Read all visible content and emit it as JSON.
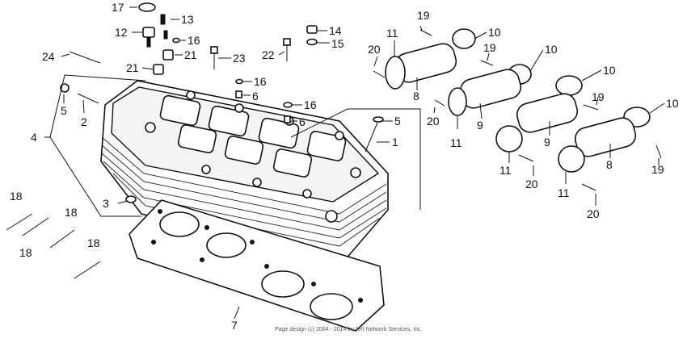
{
  "labels": {
    "l1": "1",
    "l2": "2",
    "l3": "3",
    "l4": "4",
    "l5a": "5",
    "l5b": "5",
    "l6a": "6",
    "l6b": "6",
    "l7": "7",
    "l8a": "8",
    "l8b": "8",
    "l9a": "9",
    "l9b": "9",
    "l10a": "10",
    "l10b": "10",
    "l10c": "10",
    "l10d": "10",
    "l11a": "11",
    "l11b": "11",
    "l11c": "11",
    "l11d": "11",
    "l12": "12",
    "l13": "13",
    "l14": "14",
    "l15": "15",
    "l16a": "16",
    "l16b": "16",
    "l16c": "16",
    "l17": "17",
    "l18a": "18",
    "l18b": "18",
    "l18c": "18",
    "l18d": "18",
    "l19a": "19",
    "l19b": "19",
    "l19c": "19",
    "l19d": "19",
    "l20a": "20",
    "l20b": "20",
    "l20c": "20",
    "l20d": "20",
    "l21a": "21",
    "l21b": "21",
    "l22": "22",
    "l23": "23",
    "l24": "24"
  },
  "copyright": "Page design (c) 2004 - 2014 by ARI Network Services, Inc."
}
